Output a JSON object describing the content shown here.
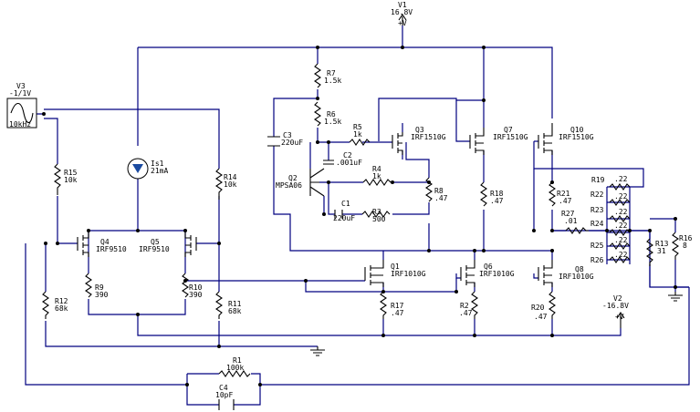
{
  "labels": {
    "V1": {
      "name": "V1",
      "value": "16.8V",
      "node": "+V"
    },
    "V2": {
      "name": "V2",
      "value": "-16.8V",
      "node": "+V"
    },
    "V3": {
      "name": "V3",
      "value": "-1/1V",
      "freq": "10kHz"
    },
    "Is1": {
      "name": "Is1",
      "value": "21mA"
    },
    "Q1": {
      "name": "Q1",
      "part": "IRF1010G"
    },
    "Q2": {
      "name": "Q2",
      "part": "MPSA06"
    },
    "Q3": {
      "name": "Q3",
      "part": "IRF1510G"
    },
    "Q4": {
      "name": "Q4",
      "part": "IRF9510"
    },
    "Q5": {
      "name": "Q5",
      "part": "IRF9510"
    },
    "Q6": {
      "name": "Q6",
      "part": "IRF1010G"
    },
    "Q7": {
      "name": "Q7",
      "part": "IRF1510G"
    },
    "Q8": {
      "name": "Q8",
      "part": "IRF1010G"
    },
    "Q10": {
      "name": "Q10",
      "part": "IRF1510G"
    },
    "R1": {
      "name": "R1",
      "value": "100k"
    },
    "R2": {
      "name": "R2",
      "value": ".47"
    },
    "R3": {
      "name": "R3",
      "value": "500"
    },
    "R4": {
      "name": "R4",
      "value": "1k"
    },
    "R5": {
      "name": "R5",
      "value": "1k"
    },
    "R6": {
      "name": "R6",
      "value": "1.5k"
    },
    "R7": {
      "name": "R7",
      "value": "1.5k"
    },
    "R8": {
      "name": "R8",
      "value": ".47"
    },
    "R9": {
      "name": "R9",
      "value": "390"
    },
    "R10": {
      "name": "R10",
      "value": "390"
    },
    "R11": {
      "name": "R11",
      "value": "68k"
    },
    "R12": {
      "name": "R12",
      "value": "68k"
    },
    "R13": {
      "name": "R13",
      "value": "31"
    },
    "R14": {
      "name": "R14",
      "value": "10k"
    },
    "R15": {
      "name": "R15",
      "value": "10k"
    },
    "R16": {
      "name": "R16",
      "value": "8"
    },
    "R17": {
      "name": "R17",
      "value": ".47"
    },
    "R18": {
      "name": "R18",
      "value": ".47"
    },
    "R19": {
      "name": "R19",
      "value": ".22"
    },
    "R20": {
      "name": "R20",
      "value": ".47"
    },
    "R21": {
      "name": "R21",
      "value": ".47"
    },
    "R22": {
      "name": "R22",
      "value": ".22"
    },
    "R23": {
      "name": "R23",
      "value": ".22"
    },
    "R24": {
      "name": "R24",
      "value": ".22"
    },
    "R25": {
      "name": "R25",
      "value": ".22"
    },
    "R26": {
      "name": "R26",
      "value": ".22"
    },
    "R27": {
      "name": "R27",
      "value": ".01"
    },
    "C1": {
      "name": "C1",
      "value": "220uF"
    },
    "C2": {
      "name": "C2",
      "value": ".001uF"
    },
    "C3": {
      "name": "C3",
      "value": "220uF"
    },
    "C4": {
      "name": "C4",
      "value": "10pF"
    }
  }
}
